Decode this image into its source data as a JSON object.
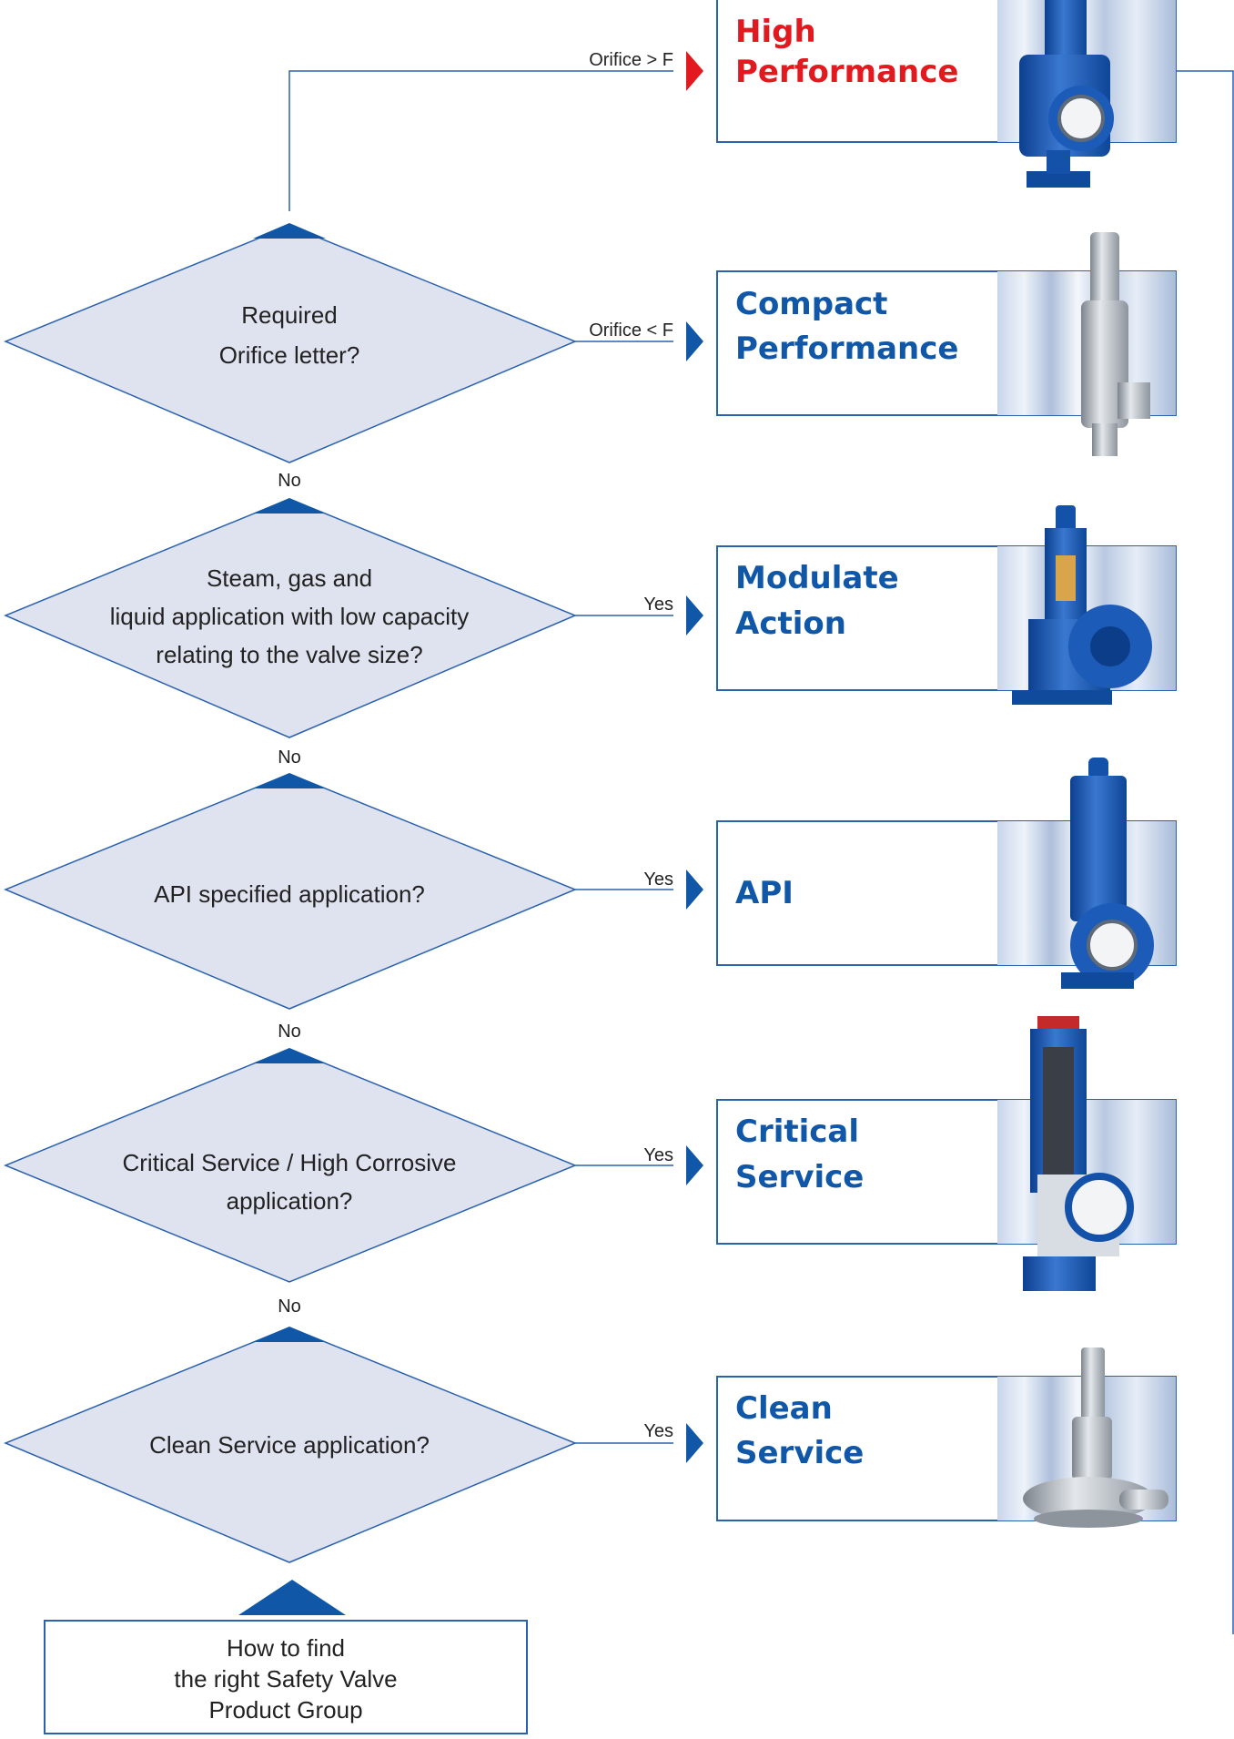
{
  "colors": {
    "diamond_fill": "#dfe3ef",
    "diamond_stroke": "#2b62ad",
    "accent_blue": "#1057a8",
    "accent_red": "#e2191e",
    "line": "#2b62ad"
  },
  "questions": [
    {
      "lines": [
        "Required",
        "Orifice letter?"
      ],
      "below_label": "No"
    },
    {
      "lines": [
        "Steam, gas and",
        "liquid application with low capacity",
        "relating to the valve size?"
      ],
      "below_label": "No"
    },
    {
      "lines": [
        "API specified application?"
      ],
      "below_label": "No"
    },
    {
      "lines": [
        "Critical Service / High Corrosive",
        "application?"
      ],
      "below_label": "No"
    },
    {
      "lines": [
        "Clean Service application?"
      ],
      "below_label": ""
    }
  ],
  "branch_labels": {
    "orifice_gt": "Orifice > F",
    "orifice_lt": "Orifice < F",
    "yes": "Yes"
  },
  "products": [
    {
      "lines": [
        "High",
        "Performance"
      ],
      "color": "red",
      "icon": "high-performance-valve-icon"
    },
    {
      "lines": [
        "Compact",
        "Performance"
      ],
      "color": "blue",
      "icon": "compact-performance-valve-icon"
    },
    {
      "lines": [
        "Modulate",
        "Action"
      ],
      "color": "blue",
      "icon": "modulate-action-valve-icon"
    },
    {
      "lines": [
        "API"
      ],
      "color": "blue",
      "icon": "api-valve-icon"
    },
    {
      "lines": [
        "Critical",
        "Service"
      ],
      "color": "blue",
      "icon": "critical-service-valve-icon"
    },
    {
      "lines": [
        "Clean",
        "Service"
      ],
      "color": "blue",
      "icon": "clean-service-valve-icon"
    }
  ],
  "start": {
    "lines": [
      "How to find",
      "the right Safety Valve",
      "Product Group"
    ]
  }
}
